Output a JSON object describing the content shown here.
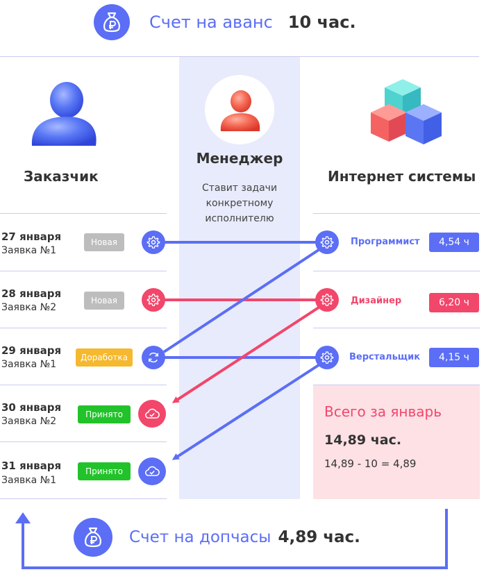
{
  "header": {
    "title": "Счет на аванс",
    "value": "10 час.",
    "icon": "money-bag-ruble-icon"
  },
  "columns": {
    "customer": {
      "title": "Заказчик",
      "icon": "user-avatar-icon"
    },
    "manager": {
      "title": "Менеджер",
      "description": "Ставит задачи конкретному исполнителю",
      "icon": "user-avatar-icon"
    },
    "systems": {
      "title": "Интернет системы",
      "icon": "cubes-icon"
    }
  },
  "requests": [
    {
      "date": "27 января",
      "request": "Заявка №1",
      "status": "Новая",
      "status_color": "#bdbdbd",
      "action_icon": "gear-icon",
      "action_color": "#5b6ef5"
    },
    {
      "date": "28 января",
      "request": "Заявка №2",
      "status": "Новая",
      "status_color": "#bdbdbd",
      "action_icon": "gear-icon",
      "action_color": "#f2466b"
    },
    {
      "date": "29 января",
      "request": "Заявка №1",
      "status": "Доработка",
      "status_color": "#f5b82e",
      "action_icon": "refresh-icon",
      "action_color": "#5b6ef5"
    },
    {
      "date": "30 января",
      "request": "Заявка №2",
      "status": "Принято",
      "status_color": "#22c32a",
      "action_icon": "cloud-check-icon",
      "action_color": "#f2466b"
    },
    {
      "date": "31 января",
      "request": "Заявка №1",
      "status": "Принято",
      "status_color": "#22c32a",
      "action_icon": "cloud-check-icon",
      "action_color": "#5b6ef5"
    }
  ],
  "performers": [
    {
      "role": "Программист",
      "hours": "4,54 ч",
      "color": "#5b6ef5",
      "icon": "gear-icon"
    },
    {
      "role": "Дизайнер",
      "hours": "6,20 ч",
      "color": "#f2466b",
      "icon": "gear-icon"
    },
    {
      "role": "Верстальщик",
      "hours": "4,15 ч",
      "color": "#5b6ef5",
      "icon": "gear-icon"
    }
  ],
  "summary": {
    "title": "Всего за январь",
    "total": "14,89 час.",
    "formula": "14,89 - 10 = 4,89"
  },
  "footer": {
    "title": "Счет на допчасы",
    "value": "4,89 час.",
    "icon": "money-bag-ruble-icon"
  },
  "colors": {
    "blue": "#5b6ef5",
    "red": "#f2466b",
    "divider": "#c9cbf0",
    "manager_bg": "#e8ebfb",
    "summary_bg": "#fde1e5"
  }
}
